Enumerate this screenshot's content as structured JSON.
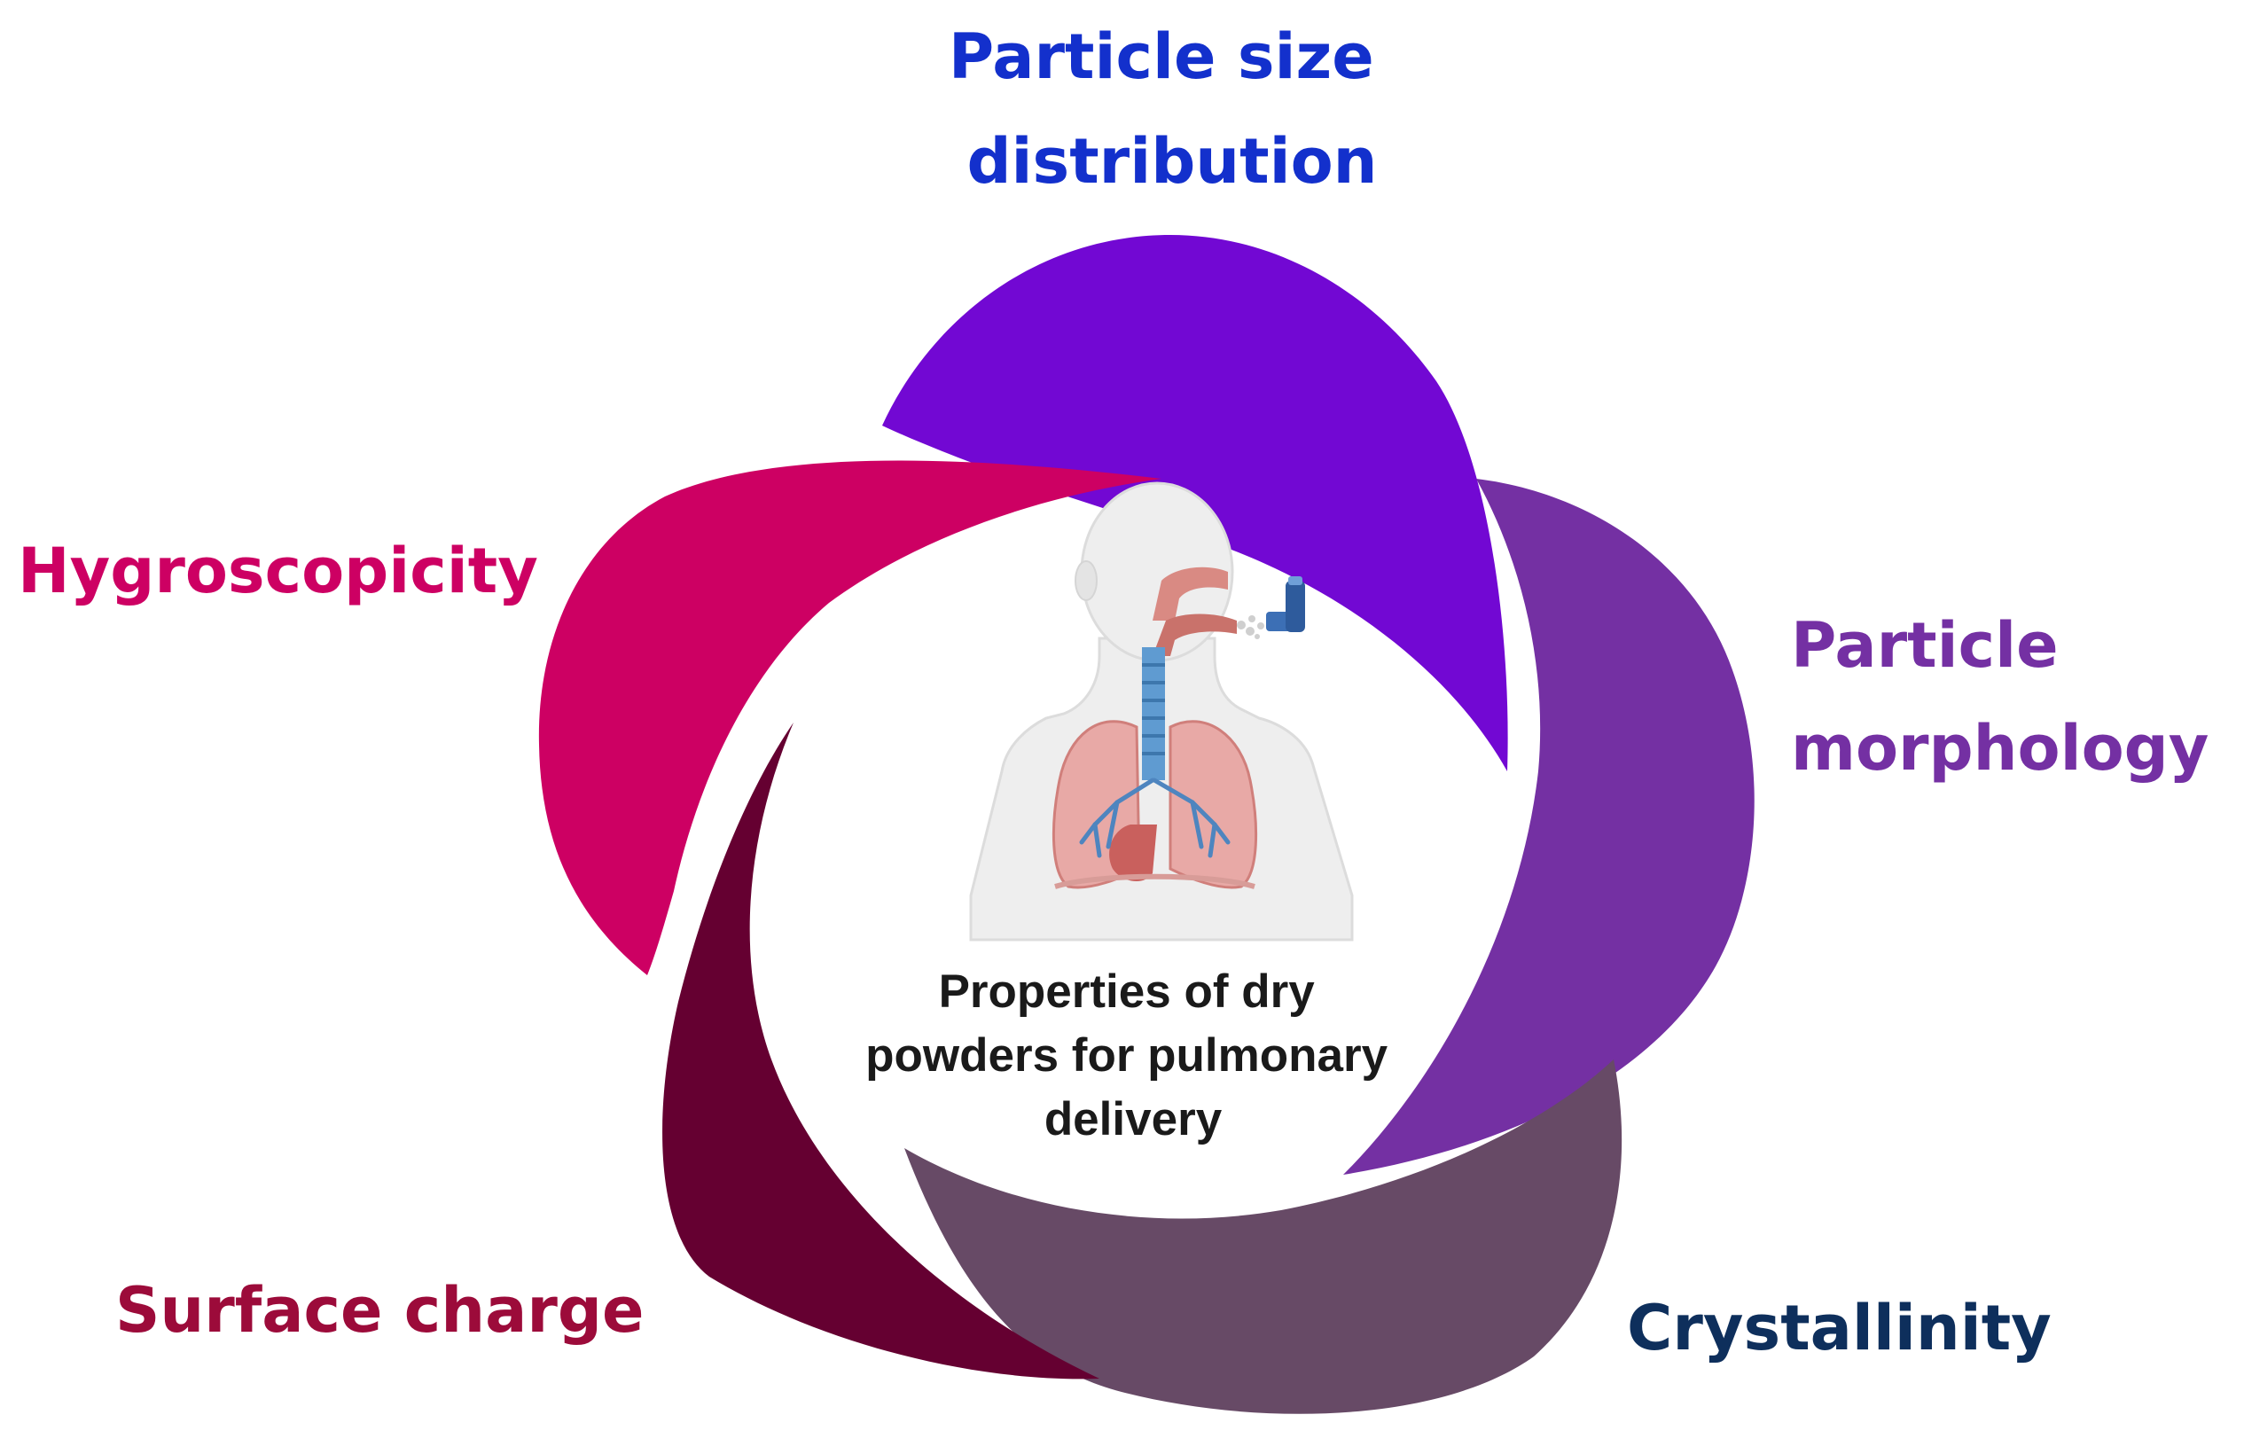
{
  "center": {
    "lines": [
      "Properties of dry",
      "powders for pulmonary",
      "delivery"
    ],
    "illustration": "human-respiratory-system-with-inhaler"
  },
  "segments": [
    {
      "id": "particle-size",
      "lines": [
        "Particle size",
        "distribution"
      ],
      "color": "#7208d3",
      "label_color": "#1330cc"
    },
    {
      "id": "particle-morphology",
      "lines": [
        "Particle",
        "morphology"
      ],
      "color": "#7430a3",
      "label_color": "#7430a3"
    },
    {
      "id": "crystallinity",
      "lines": [
        "Crystallinity"
      ],
      "color": "#674a66",
      "label_color": "#0e2f5c"
    },
    {
      "id": "surface-charge",
      "lines": [
        "Surface charge"
      ],
      "color": "#650031",
      "label_color": "#9c0b3a"
    },
    {
      "id": "hygroscopicity",
      "lines": [
        "Hygroscopicity"
      ],
      "color": "#cd0063",
      "label_color": "#cd0063"
    }
  ]
}
